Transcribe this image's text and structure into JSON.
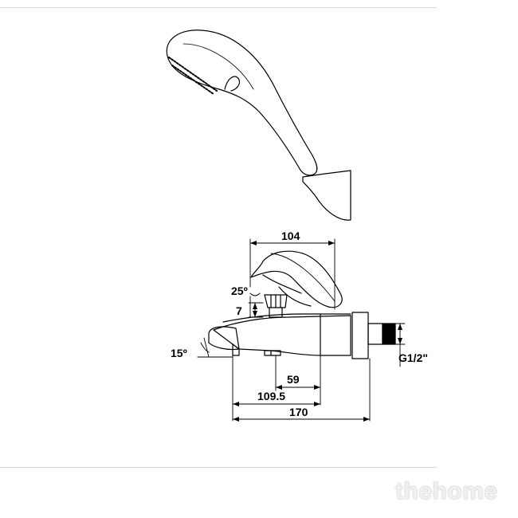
{
  "dimensions": {
    "top_width": "104",
    "lever_angle": "25º",
    "small_height": "7",
    "spout_angle": "15º",
    "spout_depth": "59",
    "spout_length": "109.5",
    "total_length": "170",
    "thread": "G1/2\""
  },
  "watermark": "thehome",
  "colors": {
    "line": "#000000",
    "rule": "#d9d9d9"
  }
}
